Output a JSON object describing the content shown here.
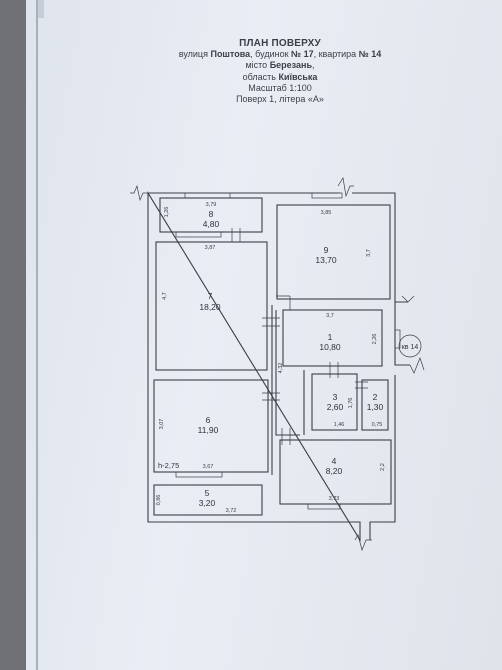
{
  "header": {
    "title": "ПЛАН ПОВЕРХУ",
    "street_prefix": "вулиця",
    "street_name": "Поштова",
    "building_prefix": ", будинок",
    "building_no": "№ 17",
    "apt_prefix": ", квартира",
    "apt_no": "№ 14",
    "city_prefix": "місто",
    "city_name": "Березань",
    "city_suffix": ",",
    "oblast_prefix": "область",
    "oblast_name": "Київська",
    "scale": "Масштаб 1:100",
    "floor": "Поверх 1, літера «А»"
  },
  "apartment_label": "кв 14",
  "height_label": "h-2,75",
  "rooms": [
    {
      "num": "8",
      "area": "4,80"
    },
    {
      "num": "9",
      "area": "13,70"
    },
    {
      "num": "7",
      "area": "18,20"
    },
    {
      "num": "1",
      "area": "10,80"
    },
    {
      "num": "3",
      "area": "2,60"
    },
    {
      "num": "2",
      "area": "1,30"
    },
    {
      "num": "6",
      "area": "11,90"
    },
    {
      "num": "4",
      "area": "8,20"
    },
    {
      "num": "5",
      "area": "3,20"
    }
  ],
  "dims": {
    "d8_top": "3,79",
    "d8_side": "1,26",
    "d8_bottom": "3,87",
    "d9_top": "3,85",
    "d9_side": "3,7",
    "d7_side": "4,7",
    "d1_top": "3,7",
    "d1_side": "2,26",
    "d_corridor": "4,32",
    "d3_side": "1,76",
    "d3_bottom": "1,46",
    "d2_bottom": "0,75",
    "d6_side": "3,07",
    "d6_bottom": "3,67",
    "d4_side": "2,2",
    "d4_bottom": "3,73",
    "d5_side": "0,86",
    "d5_bottom": "3,72"
  }
}
